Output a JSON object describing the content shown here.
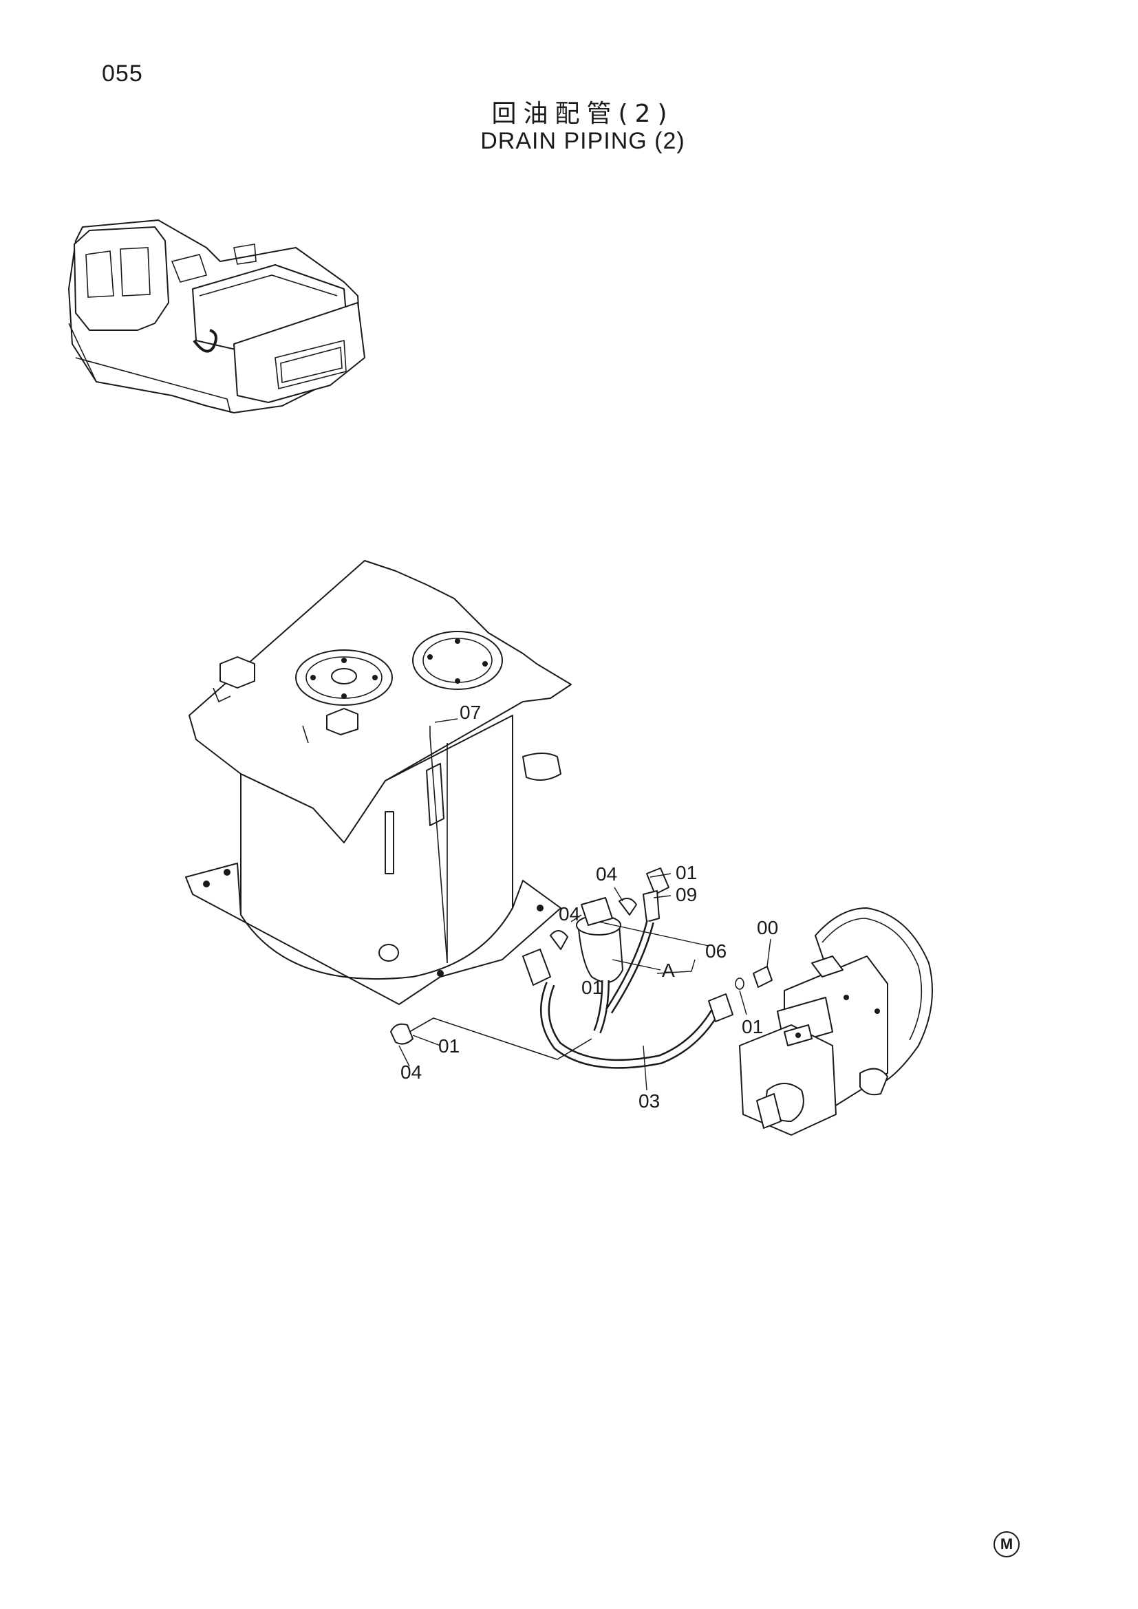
{
  "page_number": "055",
  "title_cn": "回油配管(2)",
  "title_en": "DRAIN PIPING (2)",
  "callouts": {
    "c07": "07",
    "c04_top": "04",
    "c01_top": "01",
    "c09": "09",
    "c04_mid": "04",
    "c06": "06",
    "c00": "00",
    "cA": "A",
    "c01_mid": "01",
    "c01_right": "01",
    "c01_low": "01",
    "c04_low": "04",
    "c03": "03"
  },
  "logo_mark": "M"
}
